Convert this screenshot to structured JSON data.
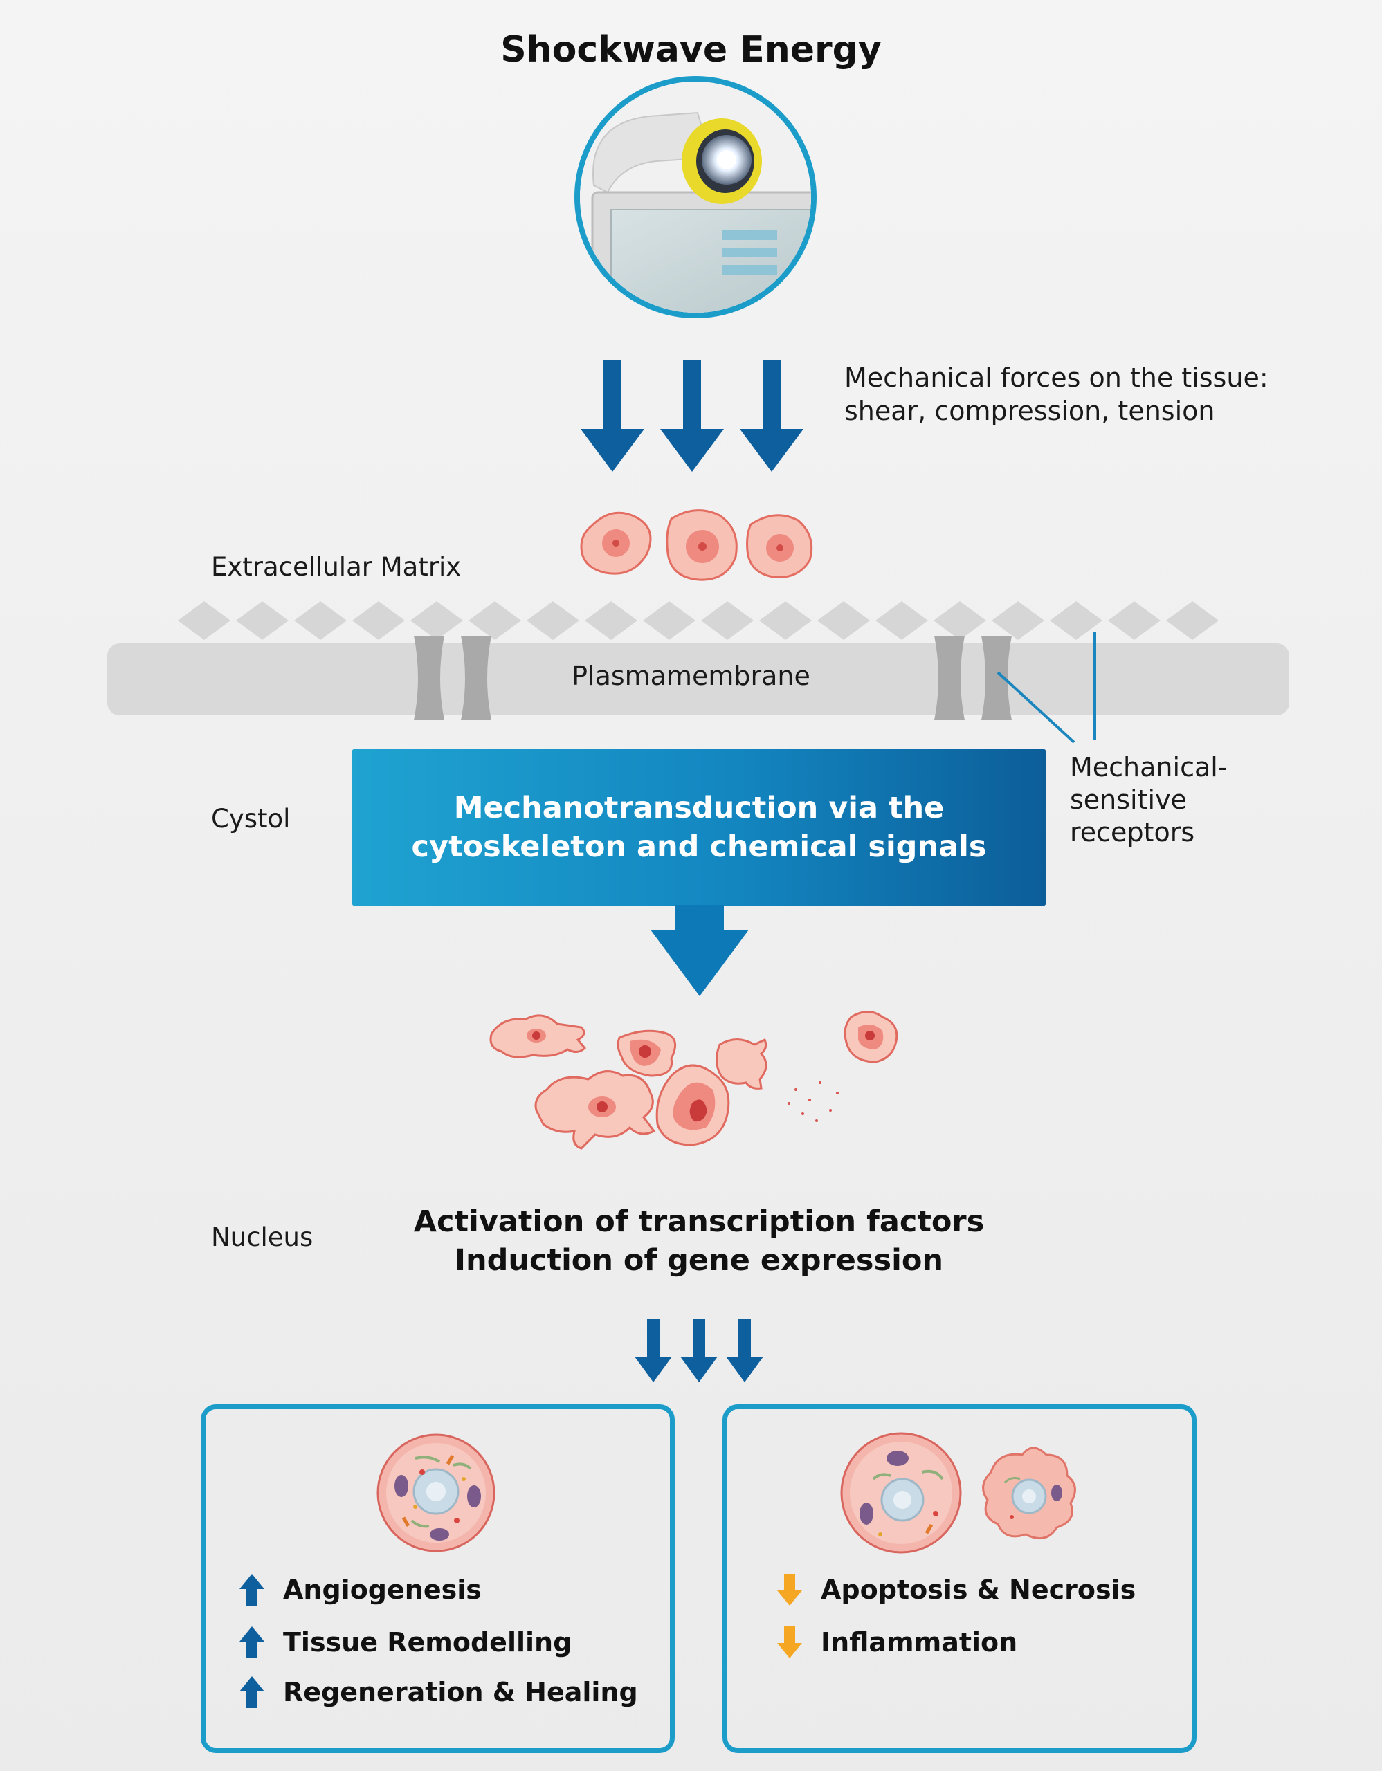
{
  "title": "Shockwave Energy",
  "forces_label": "Mechanical forces on the tissue: shear, compression, tension",
  "extracellular_label": "Extracellular Matrix",
  "membrane_label": "Plasmamembrane",
  "cystol_label": "Cystol",
  "mechanotransduction": {
    "line1": "Mechanotransduction via the",
    "line2": "cytoskeleton and chemical signals"
  },
  "receptors_label": {
    "line1": "Mechanical-",
    "line2": "sensitive",
    "line3": "receptors"
  },
  "nucleus_label": "Nucleus",
  "activation": {
    "line1": "Activation of transcription factors",
    "line2": "Induction of gene expression"
  },
  "increased_effects": [
    "Angiogenesis",
    "Tissue Remodelling",
    "Regeneration & Healing"
  ],
  "decreased_effects": [
    "Apoptosis & Necrosis",
    "Inflammation"
  ],
  "colors": {
    "arrow_blue": "#0d5f9e",
    "accent_blue": "#1b9cc9",
    "decrease_orange": "#f5a623",
    "cell_pink": "#f0a29a"
  }
}
